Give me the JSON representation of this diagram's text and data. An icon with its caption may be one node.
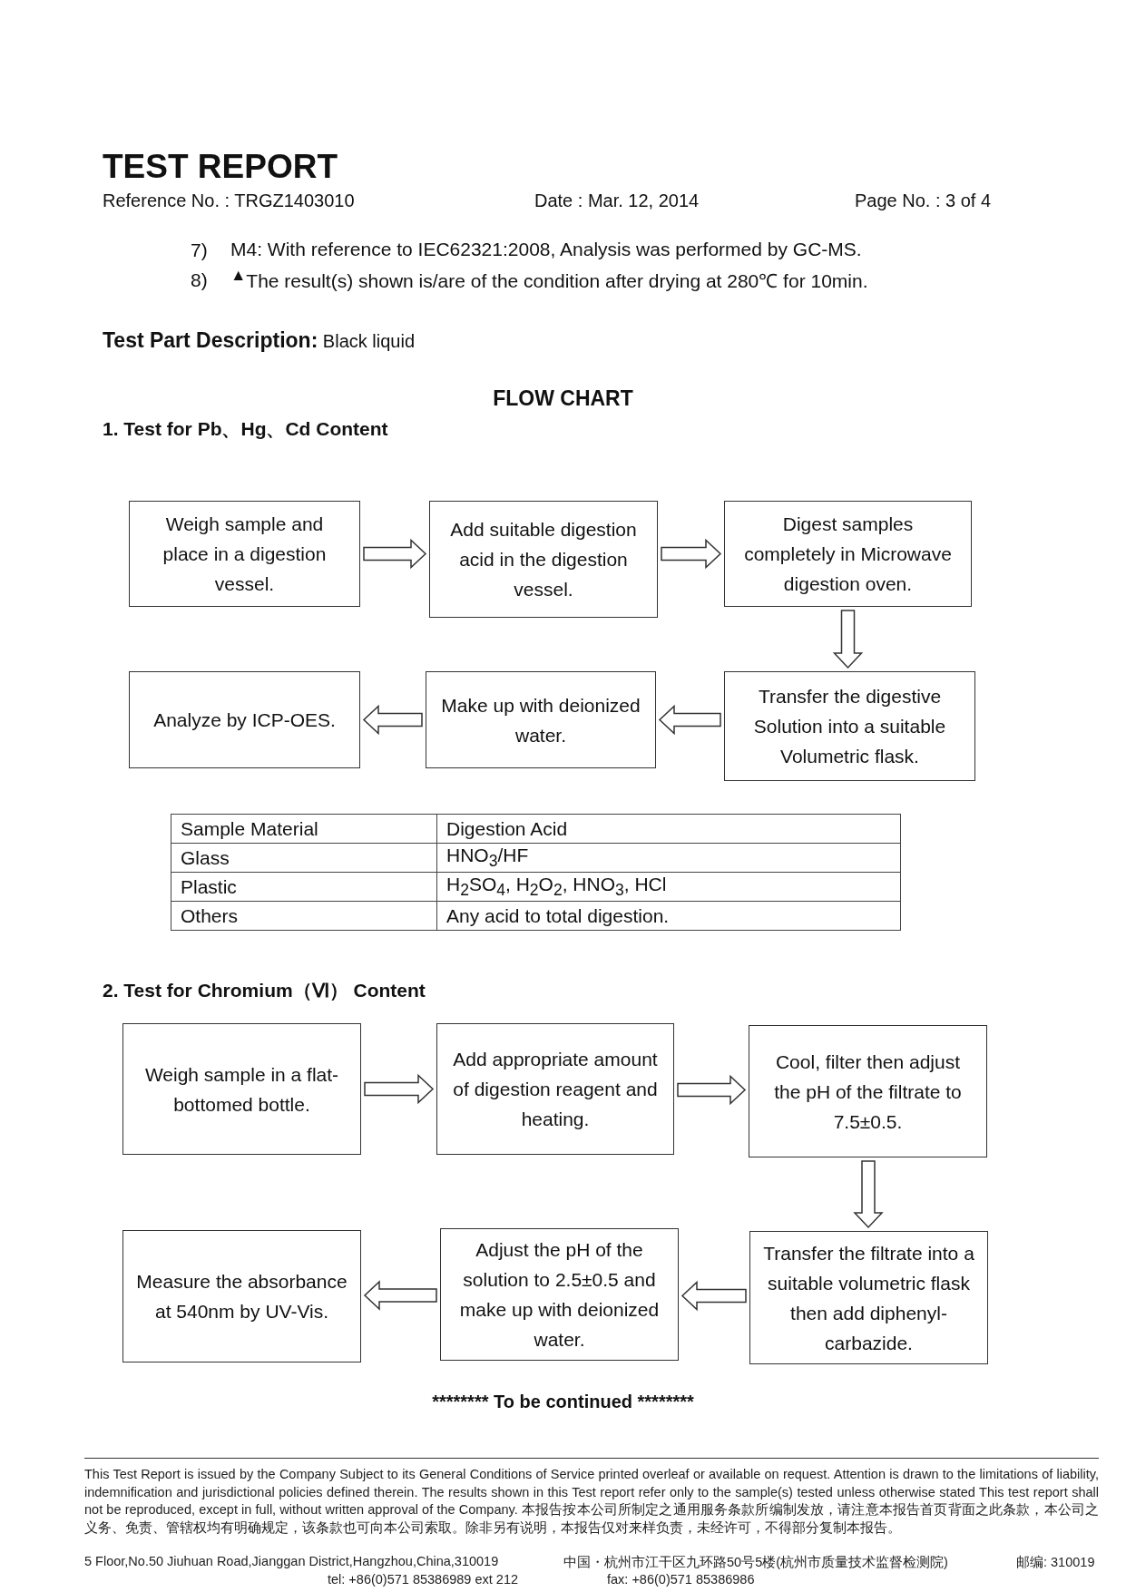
{
  "diagram": {
    "title": "TEST REPORT",
    "nodes": [
      {
        "text": [
          "Weigh sample and place in a digestion vessel."
        ]
      },
      {
        "text": [
          "Add suitable digestion acid in the digestion vessel."
        ]
      },
      {
        "text": [
          "Digest samples completely in Microwave digestion oven."
        ]
      },
      {
        "text": [
          "Analyze by ICP-OES."
        ]
      },
      {
        "text": [
          "Make up with deionized water."
        ]
      },
      {
        "text": [
          "Transfer the digestive Solution into a suitable Volumetric flask."
        ]
      },
      {
        "text": [
          "Weigh sample in a flat-bottomed bottle."
        ]
      },
      {
        "text": [
          "Add appropriate amount of digestion reagent and heating."
        ]
      },
      {
        "text": [
          "Cool, filter then adjust the pH of the filtrate to 7.5±0.5."
        ]
      },
      {
        "text": [
          "Measure the absorbance at 540nm by UV-Vis."
        ]
      },
      {
        "text": [
          "Adjust the pH of the solution to 2.5±0.5 and make up with deionized water."
        ]
      },
      {
        "text": [
          "Transfer the filtrate into a suitable volumetric flask then add diphenyl-carbazide."
        ]
      }
    ],
    "edges": [
      {
        "from": 0,
        "to": 1,
        "arrow": "to"
      },
      {
        "from": 1,
        "to": 2,
        "arrow": "to"
      },
      {
        "from": 2,
        "to": 5,
        "arrow": "to"
      },
      {
        "from": 5,
        "to": 4,
        "arrow": "to"
      },
      {
        "from": 4,
        "to": 3,
        "arrow": "to"
      },
      {
        "from": 6,
        "to": 7,
        "arrow": "to"
      },
      {
        "from": 7,
        "to": 8,
        "arrow": "to"
      },
      {
        "from": 8,
        "to": 11,
        "arrow": "to"
      },
      {
        "from": 11,
        "to": 10,
        "arrow": "to"
      },
      {
        "from": 10,
        "to": 9,
        "arrow": "to"
      }
    ],
    "labels": [
      "Reference No. : TRGZ1403010",
      "Date : Mar. 12, 2014",
      "Page No. : 3 of 4",
      "7)",
      "M4: With reference to IEC62321:2008, Analysis was performed by GC-MS.",
      "8)",
      "$^{▲}$The result(s) shown is/are of the condition after drying at 280℃ for 10min.",
      "**Test Part Description:** Black liquid",
      "FLOW CHART",
      "1. Test for Pb、Hg、Cd Content",
      "Sample Material",
      "Digestion Acid",
      "Glass",
      "HNO$_{3}$/HF",
      "Plastic",
      "H$_{2}$SO$_{4}$, H$_{2}$O$_{2}$, HNO$_{3}$, HCl",
      "Others",
      "Any acid to total digestion.",
      "2. Test for Chromium（Ⅵ） Content",
      "******** To be continued ********",
      "This Test Report is issued by the Company Subject to its General Conditions of Service printed overleaf or available on request. Attention is drawn to the limitations of liability, indemnification and jurisdictional policies defined therein. The results shown in this Test report refer only to the sample(s) tested unless otherwise stated This test report shall not be reproduced, except in full, without written approval of the Company.",
      "本报告按本公司所制定之通用服务条款所编制发放，请注意本报告首页背面之此条款，本公司之义务、免责、管辖权均有明确规定，该条款也可向本公司索取。除非另有说明，本报告仅对来样负责，未经许可，不得部分复制本报告。",
      "5 Floor,No.50 Jiuhuan Road,Jianggan District,Hangzhou,China,310019",
      "中国・杭州市江干区九环路50号5楼(杭州市质量技术监督检测院)",
      "邮编: 310019",
      "tel: +86(0)571 85386989 ext 212",
      "fax: +86(0)571 85386986"
    ]
  }
}
